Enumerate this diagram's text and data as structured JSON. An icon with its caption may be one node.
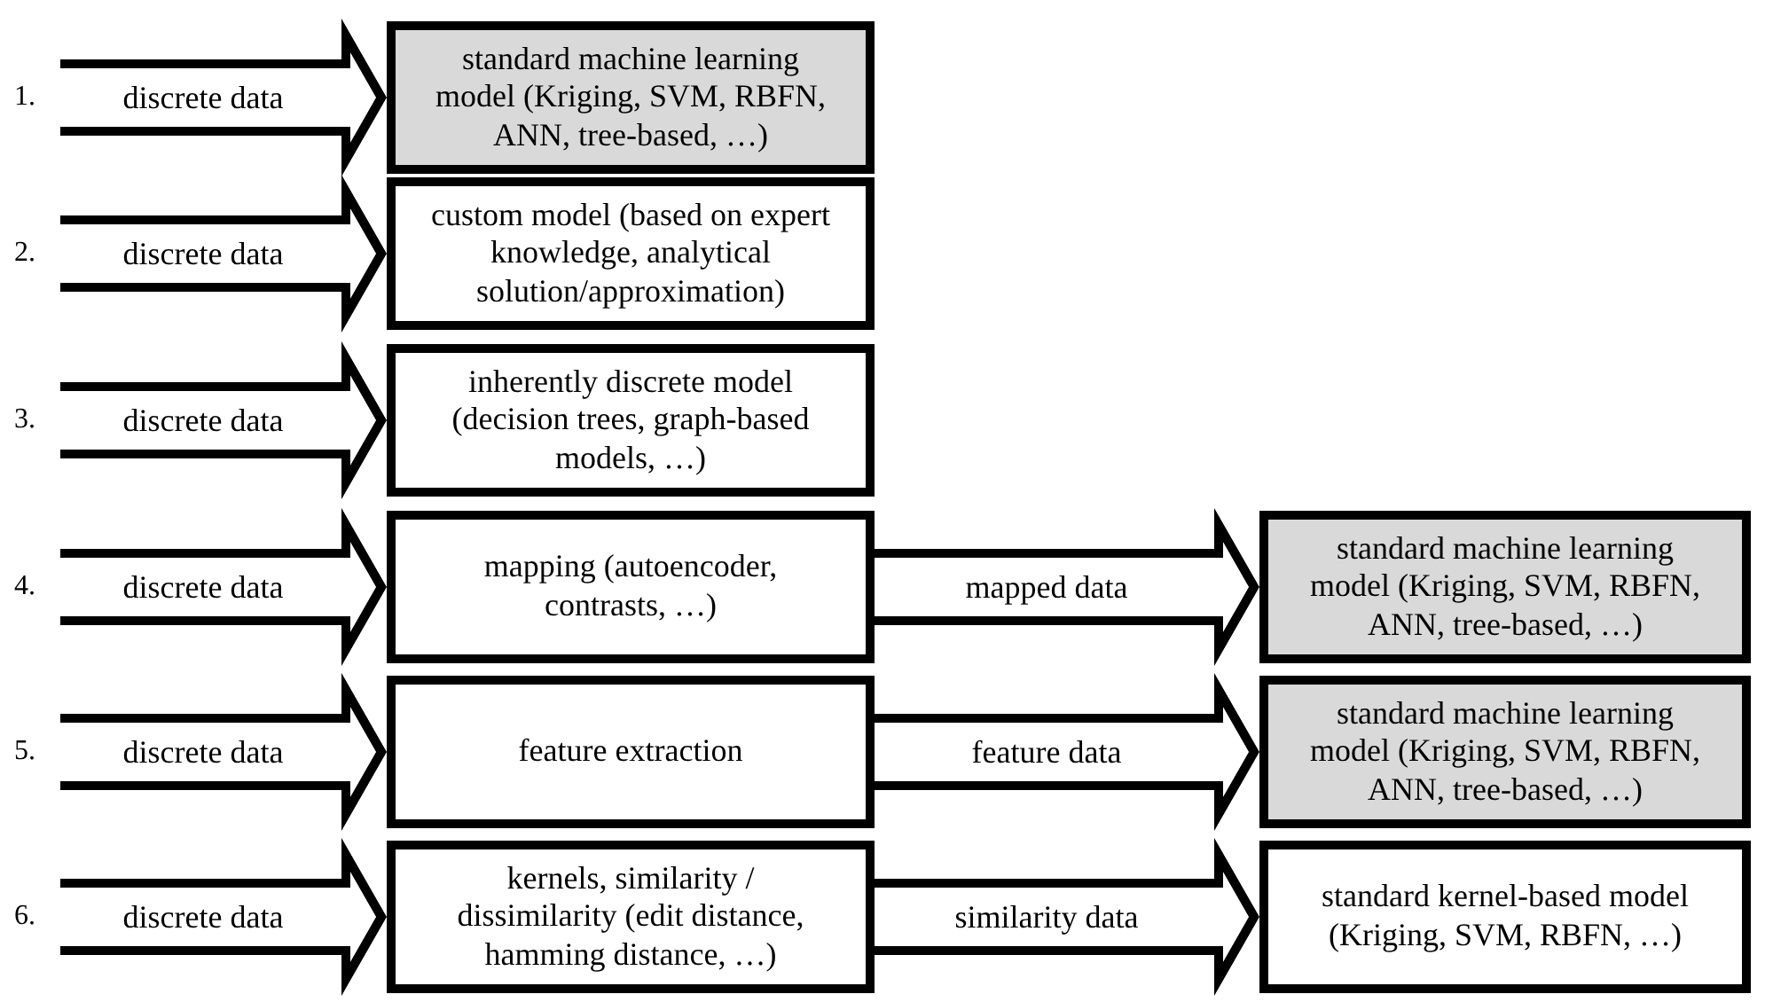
{
  "diagram": {
    "nodes": [
      {
        "text": [
          "standard machine learning model (Kriging, SVM, RBFN, ANN, tree-based, …)"
        ]
      },
      {
        "text": [
          "custom model (based on expert knowledge, analytical solution/approximation)"
        ]
      },
      {
        "text": [
          "inherently discrete model (decision trees, graph-based models, …)"
        ]
      },
      {
        "text": [
          "mapping (autoencoder, contrasts, …)"
        ]
      },
      {
        "text": [
          "feature extraction"
        ]
      },
      {
        "text": [
          "kernels, similarity / dissimilarity (edit distance, hamming distance, …)"
        ]
      },
      {
        "text": [
          "standard machine learning model (Kriging, SVM, RBFN, ANN, tree-based, …)"
        ]
      },
      {
        "text": [
          "standard machine learning model (Kriging, SVM, RBFN, ANN, tree-based, …)"
        ]
      },
      {
        "text": [
          "standard kernel-based model (Kriging, SVM, RBFN, …)"
        ]
      }
    ],
    "edges": [
      {
        "from": null,
        "to": 0,
        "arrow": "to",
        "label": "discrete data"
      },
      {
        "from": null,
        "to": 1,
        "arrow": "to",
        "label": "discrete data"
      },
      {
        "from": null,
        "to": 2,
        "arrow": "to",
        "label": "discrete data"
      },
      {
        "from": null,
        "to": 3,
        "arrow": "to",
        "label": "discrete data"
      },
      {
        "from": null,
        "to": 4,
        "arrow": "to",
        "label": "discrete data"
      },
      {
        "from": null,
        "to": 5,
        "arrow": "to",
        "label": "discrete data"
      },
      {
        "from": 3,
        "to": 6,
        "arrow": "to",
        "label": "mapped data"
      },
      {
        "from": 4,
        "to": 7,
        "arrow": "to",
        "label": "feature data"
      },
      {
        "from": 5,
        "to": 8,
        "arrow": "to",
        "label": "similarity data"
      }
    ],
    "labels": [
      "1.",
      "2.",
      "3.",
      "4.",
      "5.",
      "6."
    ]
  }
}
